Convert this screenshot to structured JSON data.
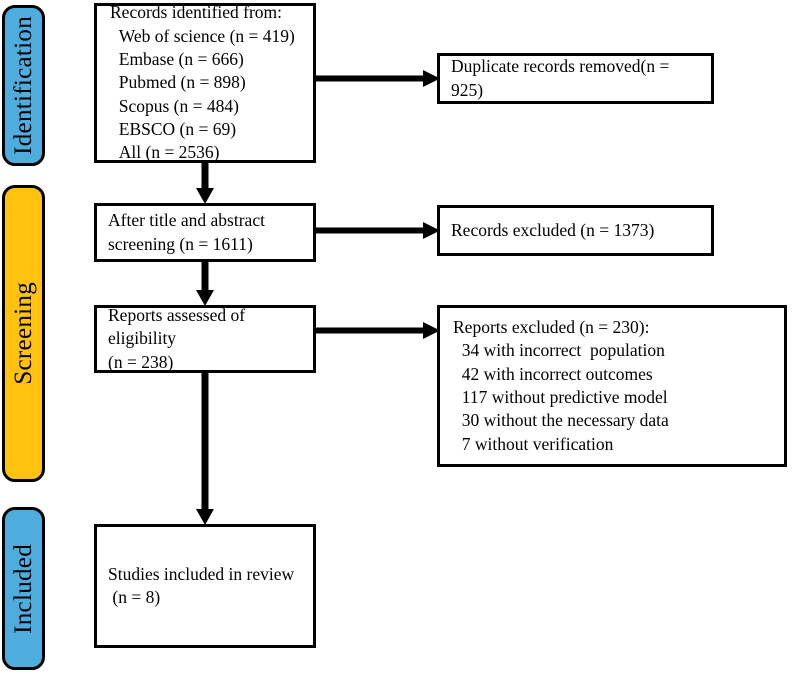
{
  "diagram": {
    "type": "prisma-flow-diagram",
    "colors": {
      "stage_identification": "#4FADDE",
      "stage_screening": "#FFC20E",
      "stage_included": "#4FADDE",
      "box_border": "#000000",
      "box_fill": "#FFFFFF",
      "text": "#000000"
    }
  },
  "stages": [
    {
      "id": "identification",
      "label": "Identification"
    },
    {
      "id": "screening",
      "label": "Screening"
    },
    {
      "id": "included",
      "label": "Included"
    }
  ],
  "boxes": {
    "records_identified": {
      "text": "Records identified from:\n  Web of science (n = 419)\n  Embase (n = 666)\n  Pubmed (n = 898)\n  Scopus (n = 484)\n  EBSCO (n = 69)\n  All (n = 2536)",
      "sources": [
        {
          "name": "Web of science",
          "n": 419
        },
        {
          "name": "Embase",
          "n": 666
        },
        {
          "name": "Pubmed",
          "n": 898
        },
        {
          "name": "Scopus",
          "n": 484
        },
        {
          "name": "EBSCO",
          "n": 69
        },
        {
          "name": "All",
          "n": 2536
        }
      ]
    },
    "duplicates_removed": {
      "text": "Duplicate records removed(n = 925)",
      "n": 925
    },
    "after_screening": {
      "text": "After title and abstract\nscreening (n = 1611)",
      "n": 1611
    },
    "records_excluded": {
      "text": "Records excluded (n = 1373)",
      "n": 1373
    },
    "eligibility": {
      "text": "Reports assessed of eligibility\n(n = 238)",
      "n": 238
    },
    "reports_excluded": {
      "text": "Reports excluded (n = 230):\n  34 with incorrect  population\n  42 with incorrect outcomes\n  117 without predictive model\n  30 without the necessary data\n  7 without verification",
      "n": 230,
      "reasons": [
        {
          "reason": "with incorrect  population",
          "n": 34
        },
        {
          "reason": "with incorrect outcomes",
          "n": 42
        },
        {
          "reason": "without predictive model",
          "n": 117
        },
        {
          "reason": "without the necessary data",
          "n": 30
        },
        {
          "reason": "without verification",
          "n": 7
        }
      ]
    },
    "included_in_review": {
      "text": "Studies included in review\n (n = 8)",
      "n": 8
    }
  }
}
